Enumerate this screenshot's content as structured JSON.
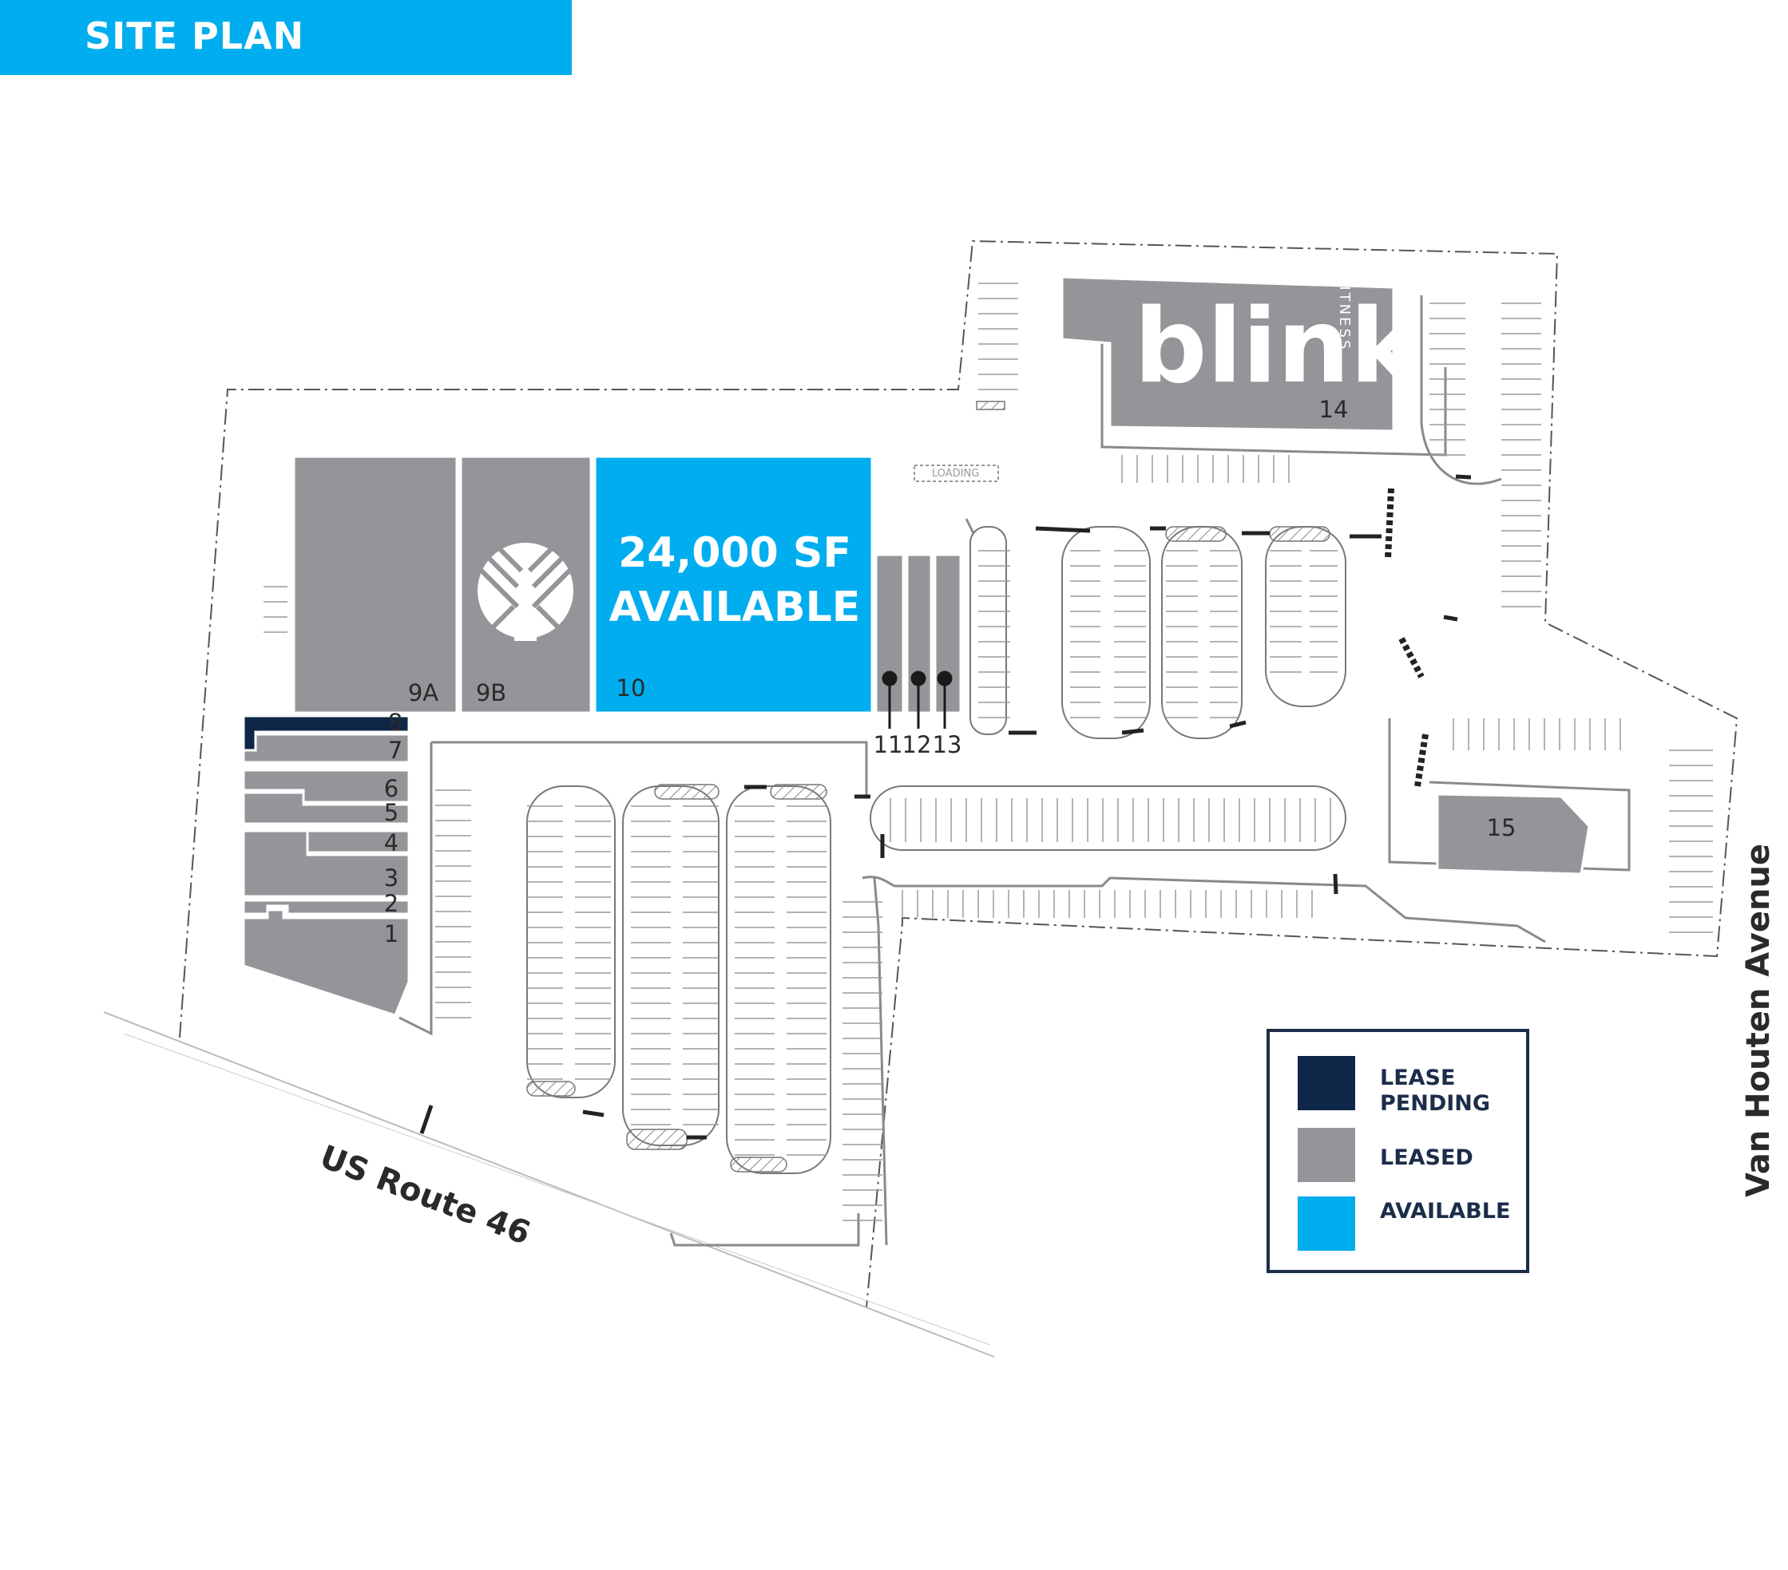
{
  "header": {
    "title": "SITE PLAN"
  },
  "colors": {
    "available": "#00adee",
    "leased": "#939598",
    "lease_pending": "#0e2749",
    "line": "#555555",
    "outline": "#7a7a7a"
  },
  "units": [
    {
      "id": "1",
      "label": "1",
      "status": "leased"
    },
    {
      "id": "2",
      "label": "2",
      "status": "leased"
    },
    {
      "id": "3",
      "label": "3",
      "status": "leased"
    },
    {
      "id": "4",
      "label": "4",
      "status": "leased"
    },
    {
      "id": "5",
      "label": "5",
      "status": "leased"
    },
    {
      "id": "6",
      "label": "6",
      "status": "leased"
    },
    {
      "id": "7",
      "label": "7",
      "status": "leased"
    },
    {
      "id": "8",
      "label": "8",
      "status": "lease_pending"
    },
    {
      "id": "9A",
      "label": "9A",
      "status": "leased"
    },
    {
      "id": "9B",
      "label": "9B",
      "status": "leased",
      "tenant_logo": "palm-tree-logo"
    },
    {
      "id": "10",
      "label": "10",
      "status": "available"
    },
    {
      "id": "11",
      "label": "11",
      "status": "leased"
    },
    {
      "id": "12",
      "label": "12",
      "status": "leased"
    },
    {
      "id": "13",
      "label": "13",
      "status": "leased"
    },
    {
      "id": "14",
      "label": "14",
      "status": "leased",
      "tenant_logo": "blink-fitness-logo"
    },
    {
      "id": "15",
      "label": "15",
      "status": "leased"
    }
  ],
  "availability": {
    "line1": "24,000 SF",
    "line2": "AVAILABLE"
  },
  "tenant_logos": {
    "blink_word": "blink",
    "blink_sub": "FITNESS"
  },
  "site_labels": {
    "loading": "LOADING"
  },
  "roads": {
    "south": "US Route 46",
    "east": "Van Houten Avenue"
  },
  "legend": {
    "items": [
      {
        "label_line1": "LEASE",
        "label_line2": "PENDING",
        "status": "lease_pending"
      },
      {
        "label_line1": "LEASED",
        "label_line2": "",
        "status": "leased"
      },
      {
        "label_line1": "AVAILABLE",
        "label_line2": "",
        "status": "available"
      }
    ]
  }
}
